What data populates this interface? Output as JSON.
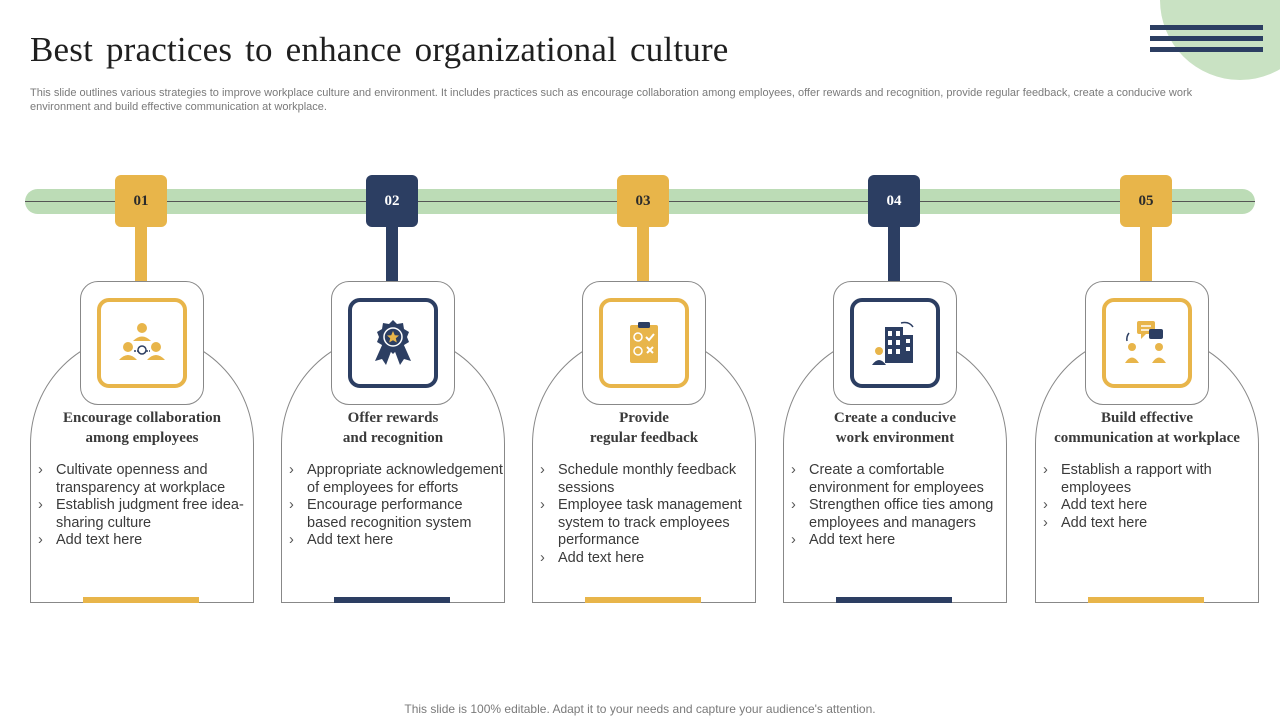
{
  "header": {
    "title": "Best practices to enhance organizational culture",
    "subtitle": "This slide outlines various strategies to improve workplace culture and environment. It includes practices such as encourage collaboration among employees, offer rewards and recognition, provide regular feedback, create a conducive work environment and build effective communication at workplace."
  },
  "colors": {
    "accent_yellow": "#e8b54a",
    "accent_navy": "#2c3e62",
    "timeline_green": "#bcdcb6"
  },
  "steps": [
    {
      "number": "01",
      "icon": "team-collaboration-icon",
      "accent": "yellow",
      "title_line1": "Encourage collaboration",
      "title_line2": "among employees",
      "points": [
        "Cultivate openness and transparency at workplace",
        "Establish judgment free idea-sharing culture",
        "Add text here"
      ]
    },
    {
      "number": "02",
      "icon": "award-ribbon-icon",
      "accent": "navy",
      "title_line1": "Offer rewards",
      "title_line2": "and recognition",
      "points": [
        "Appropriate acknowledgement of employees for efforts",
        "Encourage performance based recognition system",
        "Add text here"
      ]
    },
    {
      "number": "03",
      "icon": "feedback-clipboard-icon",
      "accent": "yellow",
      "title_line1": "Provide",
      "title_line2": "regular feedback",
      "points": [
        "Schedule monthly feedback sessions",
        "Employee task management system to track employees performance",
        "Add text here"
      ]
    },
    {
      "number": "04",
      "icon": "office-building-icon",
      "accent": "navy",
      "title_line1": "Create a conducive",
      "title_line2": "work environment",
      "points": [
        "Create a comfortable environment for employees",
        "Strengthen office ties among employees and managers",
        "Add text here"
      ]
    },
    {
      "number": "05",
      "icon": "communication-chat-icon",
      "accent": "yellow",
      "title_line1": "Build effective",
      "title_line2": "communication  at workplace",
      "points": [
        "Establish a rapport with employees",
        "Add text here",
        "Add text here"
      ]
    }
  ],
  "footer": {
    "note": "This slide is 100% editable. Adapt it to your needs and capture your audience's attention."
  }
}
